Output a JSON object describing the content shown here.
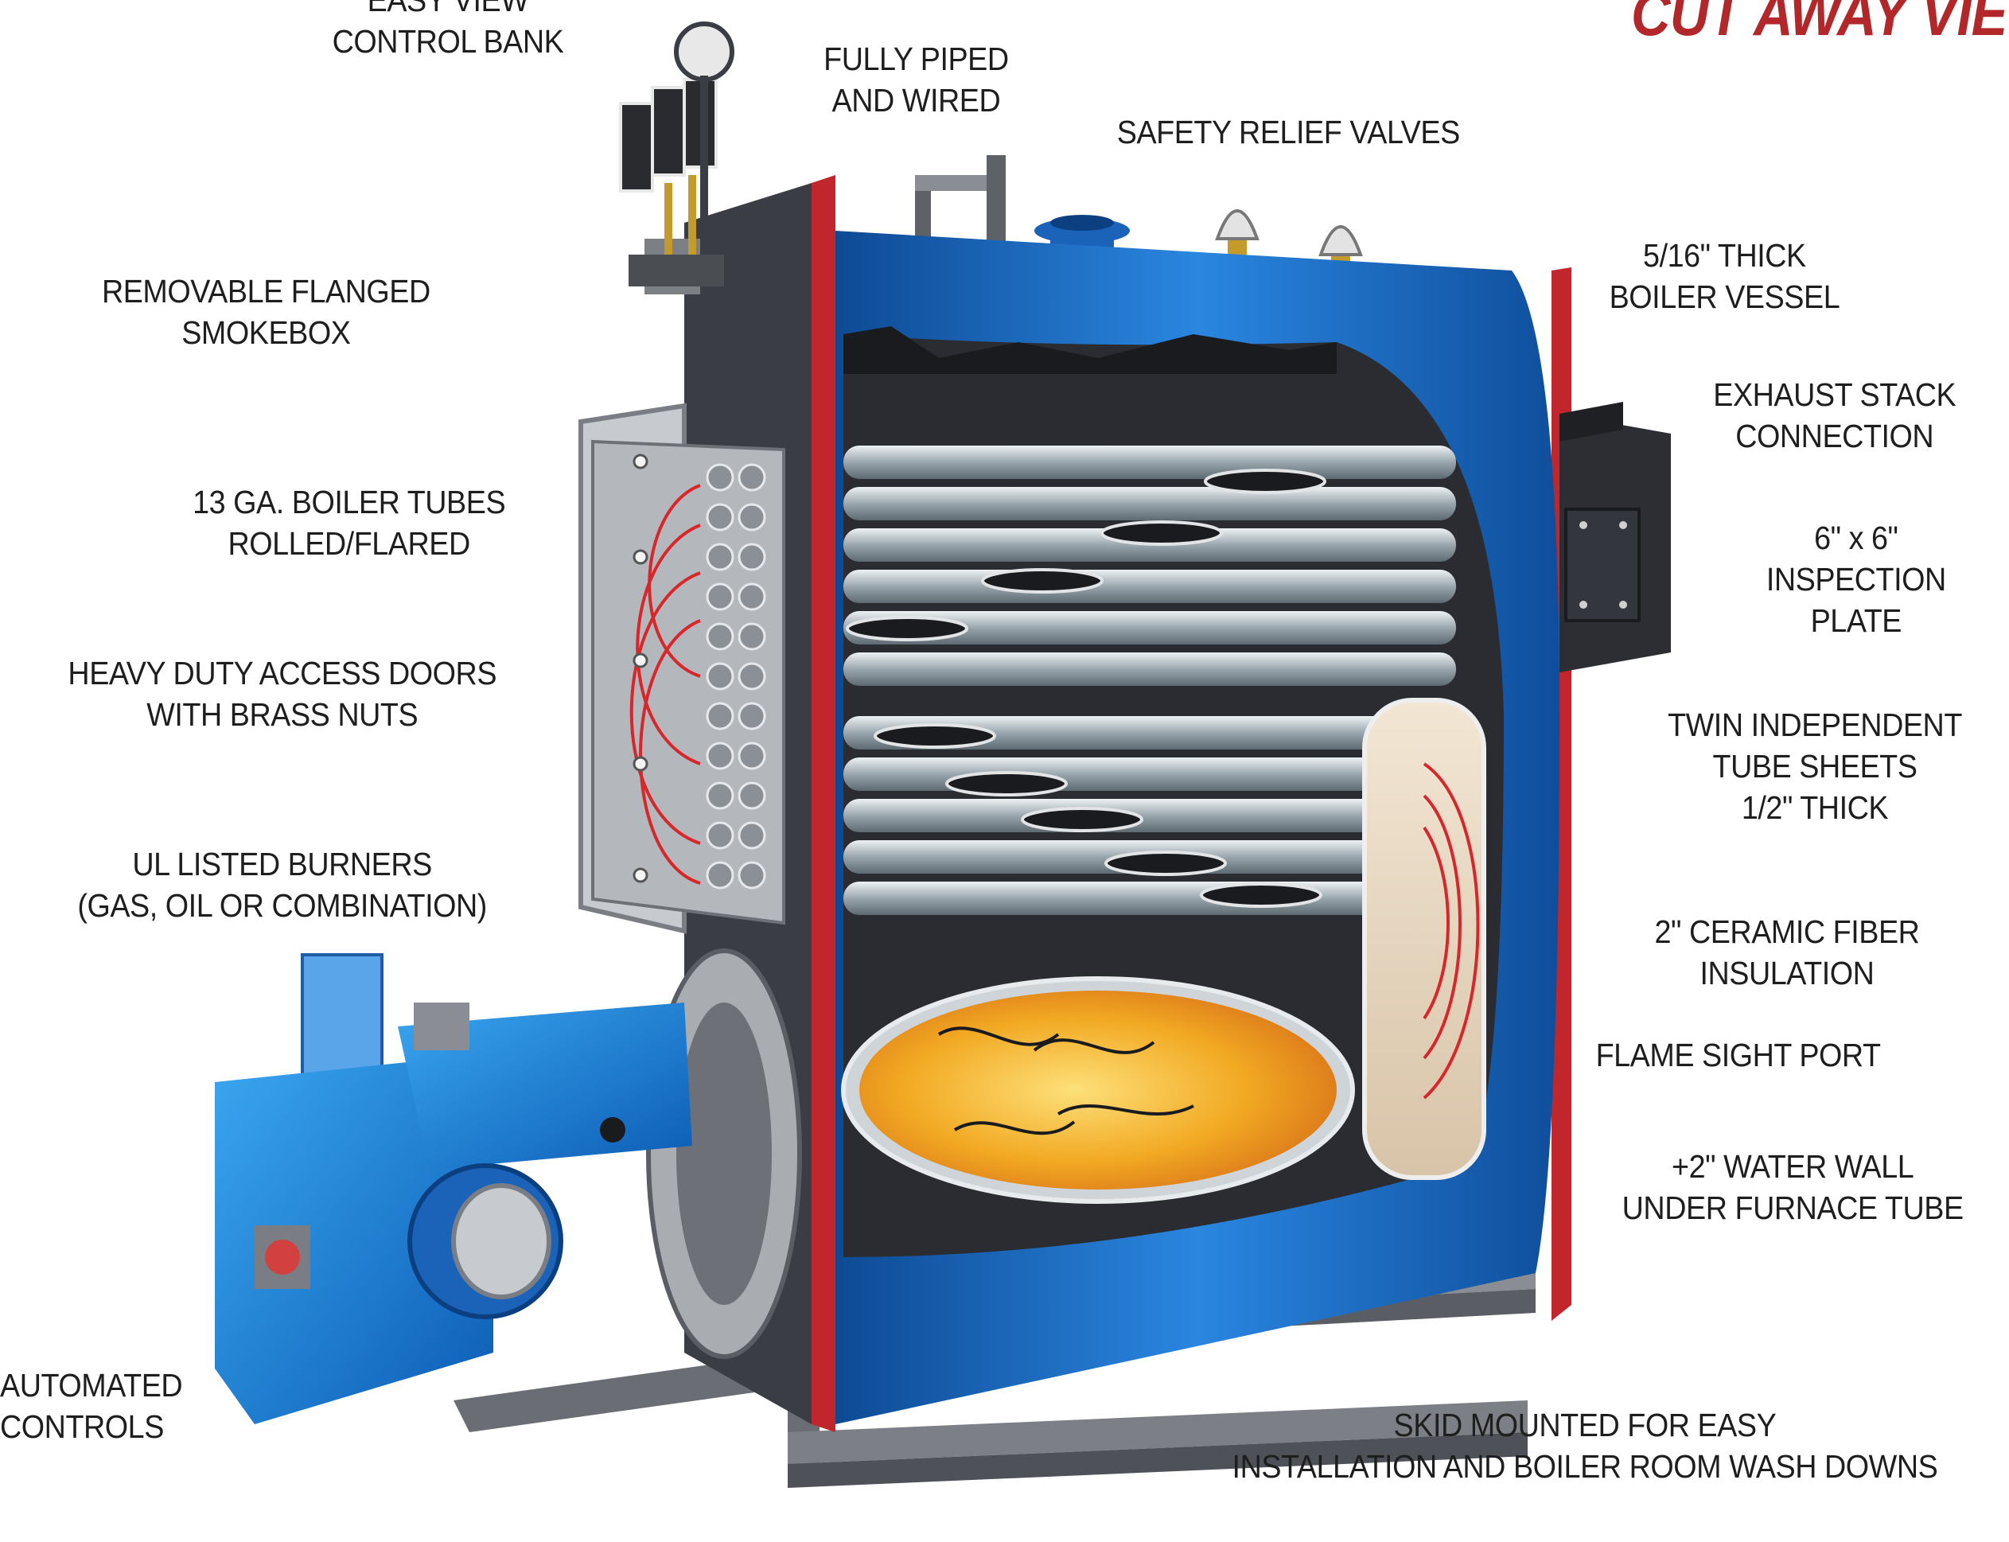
{
  "title": "CUT AWAY VIEW",
  "colors": {
    "shell_blue": "#1a63b8",
    "shell_dark": "#3a3d43",
    "trim_red": "#c0262b",
    "title_red": "#b1272a",
    "flame_orange": "#f0a020",
    "steel_grey": "#8f9aa3"
  },
  "labels": {
    "control_bank": "EASY VIEW\nCONTROL BANK",
    "piped_wired": "FULLY PIPED\nAND WIRED",
    "relief_valves": "SAFETY RELIEF VALVES",
    "boiler_vessel": "5/16\" THICK\nBOILER VESSEL",
    "exhaust_stack": "EXHAUST STACK\nCONNECTION",
    "inspection_plate": "6\" x 6\"\nINSPECTION\nPLATE",
    "tube_sheets": "TWIN INDEPENDENT\nTUBE SHEETS\n1/2\" THICK",
    "insulation": "2\" CERAMIC FIBER\nINSULATION",
    "sight_port": "FLAME SIGHT PORT",
    "water_wall": "+2\" WATER WALL\nUNDER FURNACE TUBE",
    "skid": "SKID MOUNTED FOR EASY\nINSTALLATION AND BOILER ROOM WASH DOWNS",
    "smokebox": "REMOVABLE FLANGED\nSMOKEBOX",
    "boiler_tubes": "13 GA. BOILER TUBES\nROLLED/FLARED",
    "access_doors": "HEAVY DUTY ACCESS DOORS\nWITH BRASS NUTS",
    "burners": "UL LISTED BURNERS\n(GAS, OIL OR COMBINATION)",
    "controls": "AUTOMATED\nCONTROLS"
  }
}
